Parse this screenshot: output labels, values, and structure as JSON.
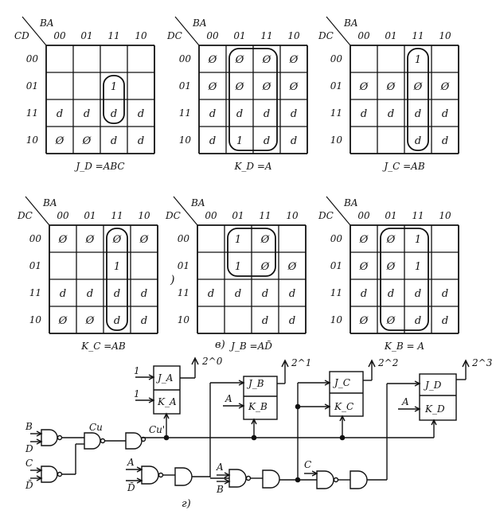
{
  "col_codes": [
    "00",
    "01",
    "11",
    "10"
  ],
  "row_codes": [
    "00",
    "01",
    "11",
    "10"
  ],
  "kmaps": [
    {
      "id": "jd",
      "col_var": "BA",
      "row_var": "CD",
      "caption": "J_D =ABC",
      "cells": [
        [
          "",
          "",
          "",
          ""
        ],
        [
          "",
          "",
          "1",
          ""
        ],
        [
          "d",
          "d",
          "d",
          "d"
        ],
        [
          "Ø",
          "Ø",
          "d",
          "d"
        ]
      ],
      "groups": [
        {
          "rows": [
            1,
            2
          ],
          "cols": [
            2,
            2
          ]
        }
      ]
    },
    {
      "id": "kd",
      "col_var": "BA",
      "row_var": "DC",
      "caption": "K_D =A",
      "cells": [
        [
          "Ø",
          "Ø",
          "Ø",
          "Ø"
        ],
        [
          "Ø",
          "Ø",
          "Ø",
          "Ø"
        ],
        [
          "d",
          "d",
          "d",
          "d"
        ],
        [
          "d",
          "1",
          "d",
          "d"
        ]
      ],
      "groups": [
        {
          "rows": [
            0,
            3
          ],
          "cols": [
            1,
            2
          ]
        }
      ]
    },
    {
      "id": "jc",
      "col_var": "BA",
      "row_var": "DC",
      "caption": "J_C =AB",
      "cells": [
        [
          "",
          "",
          "1",
          ""
        ],
        [
          "Ø",
          "Ø",
          "Ø",
          "Ø"
        ],
        [
          "d",
          "d",
          "d",
          "d"
        ],
        [
          "",
          "",
          "d",
          "d"
        ]
      ],
      "groups": [
        {
          "rows": [
            0,
            3
          ],
          "cols": [
            2,
            2
          ]
        }
      ]
    },
    {
      "id": "kc",
      "col_var": "BA",
      "row_var": "DC",
      "caption": "K_C =AB",
      "cells": [
        [
          "Ø",
          "Ø",
          "Ø",
          "Ø"
        ],
        [
          "",
          "",
          "1",
          ""
        ],
        [
          "d",
          "d",
          "d",
          "d"
        ],
        [
          "Ø",
          "Ø",
          "d",
          "d"
        ]
      ],
      "groups": [
        {
          "rows": [
            0,
            3
          ],
          "cols": [
            2,
            2
          ]
        }
      ]
    },
    {
      "id": "jb",
      "col_var": "BA",
      "row_var": "DC",
      "caption": "J_B =AD̄",
      "cells": [
        [
          "",
          "1",
          "Ø",
          ""
        ],
        [
          "",
          "1",
          "Ø",
          "Ø"
        ],
        [
          "d",
          "d",
          "d",
          "d"
        ],
        [
          "",
          "",
          "d",
          "d"
        ]
      ],
      "groups": [
        {
          "rows": [
            0,
            1
          ],
          "cols": [
            1,
            2
          ]
        }
      ]
    },
    {
      "id": "kb",
      "col_var": "BA",
      "row_var": "DC",
      "caption": "K_B = A",
      "cells": [
        [
          "Ø",
          "Ø",
          "1",
          ""
        ],
        [
          "Ø",
          "Ø",
          "1",
          ""
        ],
        [
          "d",
          "d",
          "d",
          "d"
        ],
        [
          "Ø",
          "Ø",
          "d",
          "d"
        ]
      ],
      "groups": [
        {
          "rows": [
            0,
            3
          ],
          "cols": [
            1,
            2
          ]
        }
      ]
    }
  ],
  "label_v": "в)",
  "label_g": "г)",
  "stray_paren": ")",
  "circuit": {
    "flipflops": [
      {
        "id": "a",
        "j": "J_A",
        "k": "K_A",
        "out": "2^0",
        "in_j": "1",
        "in_k": "1"
      },
      {
        "id": "b",
        "j": "J_B",
        "k": "K_B",
        "out": "2^1",
        "in_k": "A"
      },
      {
        "id": "c",
        "j": "J_C",
        "k": "K_C",
        "out": "2^2"
      },
      {
        "id": "d",
        "j": "J_D",
        "k": "K_D",
        "out": "2^3",
        "in_k": "A"
      }
    ],
    "inputs": {
      "top1": "B",
      "top2": "D",
      "bot1": "C",
      "bot2": "D̄"
    },
    "cu_label": "Cu",
    "cu_prime_label": "Cu'",
    "chain_inputs": {
      "a1": "A",
      "a2": "D̄",
      "b1": "A",
      "b2": "B",
      "c1": "C"
    }
  }
}
